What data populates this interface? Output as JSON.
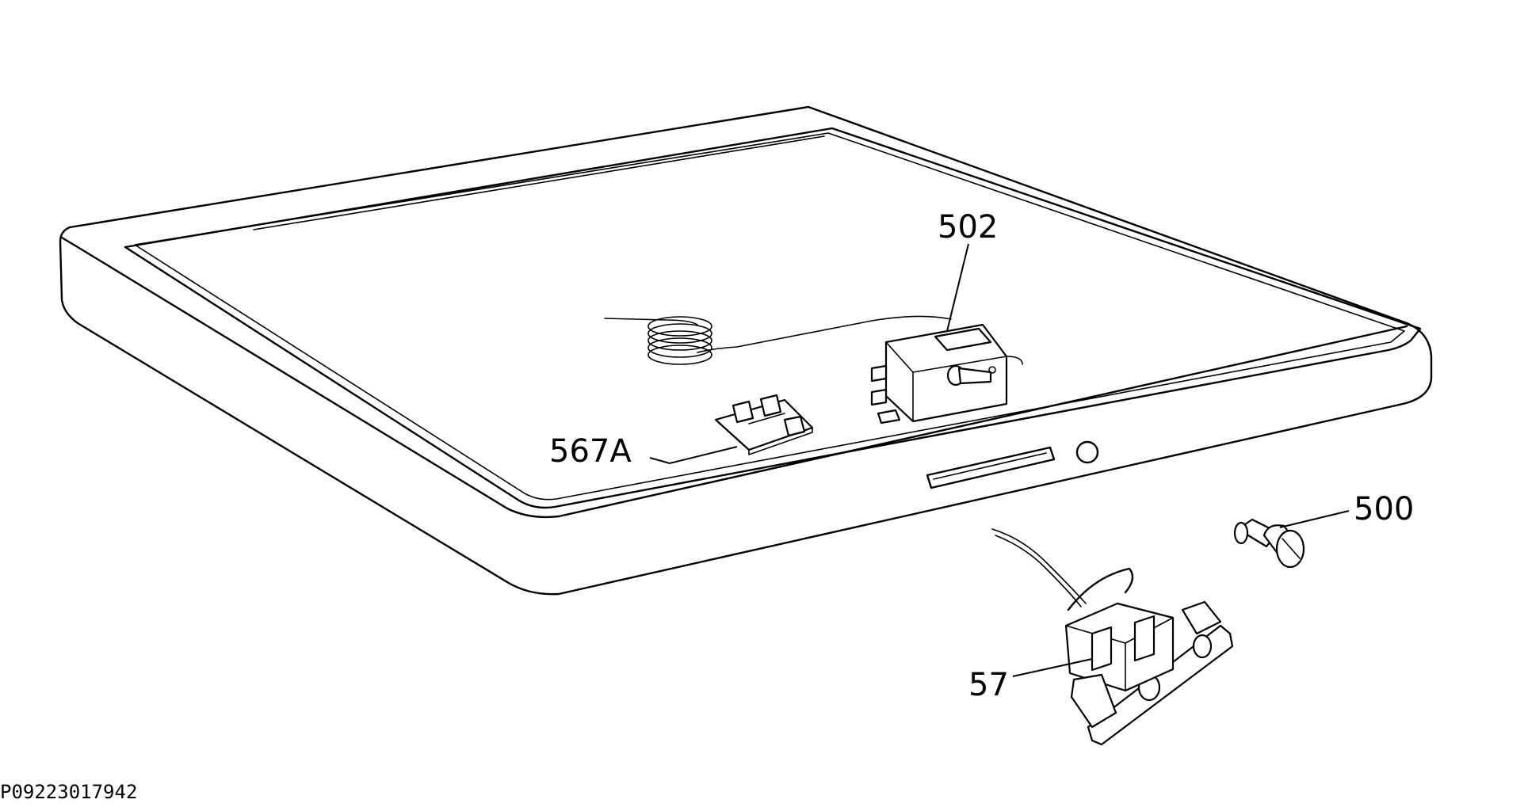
{
  "diagram": {
    "callouts": {
      "thermostat": "502",
      "connector_block": "567A",
      "thermostat_knob": "500",
      "lamp_switch_assembly": "57"
    },
    "document_id": "P09223017942"
  }
}
